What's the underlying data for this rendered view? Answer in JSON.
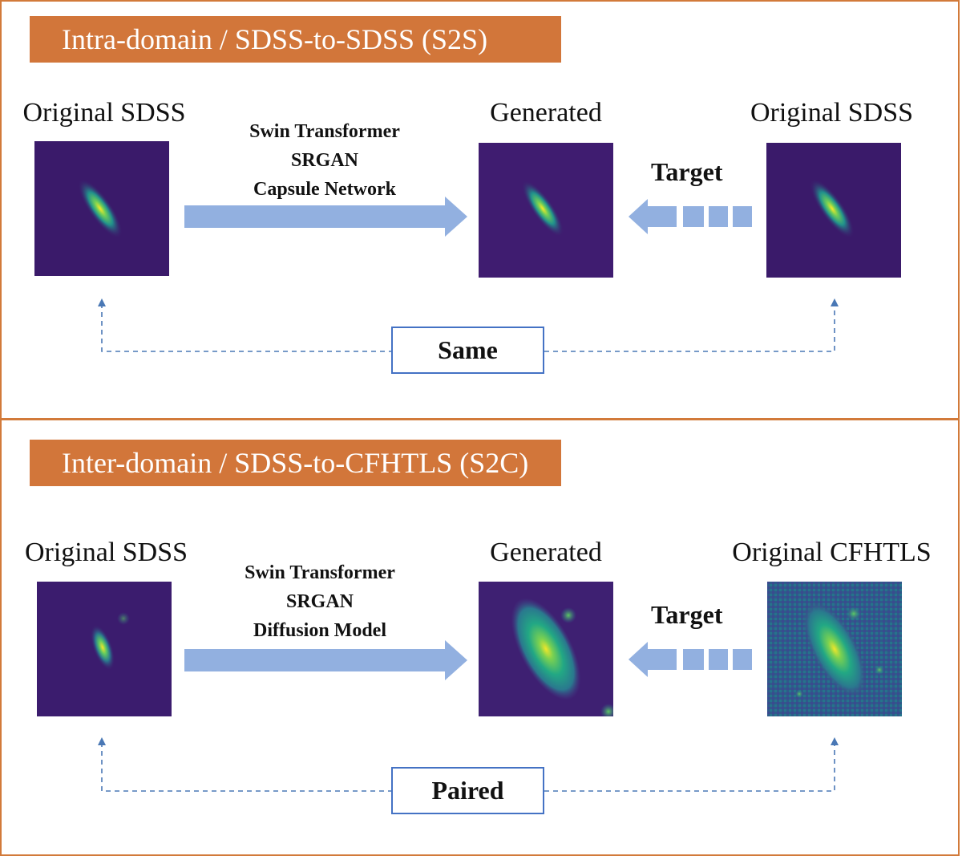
{
  "colors": {
    "banner": "#d2763a",
    "border": "#d27a3a",
    "arrow": "#92b0e0",
    "dashed": "#4a78b5",
    "box_border": "#4472c4",
    "galaxy_bg": "#3b1c6e"
  },
  "top": {
    "banner": "Intra-domain / SDSS-to-SDSS (S2S)",
    "left_caption": "Original SDSS",
    "center_caption": "Generated",
    "right_caption": "Original SDSS",
    "methods": [
      "Swin Transformer",
      "SRGAN",
      "Capsule Network"
    ],
    "target_label": "Target",
    "relation_label": "Same"
  },
  "bottom": {
    "banner": "Inter-domain / SDSS-to-CFHTLS (S2C)",
    "left_caption": "Original SDSS",
    "center_caption": "Generated",
    "right_caption": "Original CFHTLS",
    "methods": [
      "Swin Transformer",
      "SRGAN",
      "Diffusion Model"
    ],
    "target_label": "Target",
    "relation_label": "Paired"
  },
  "icons": [
    "right-arrow-icon",
    "left-dashed-arrow-icon",
    "up-arrow-icon"
  ]
}
